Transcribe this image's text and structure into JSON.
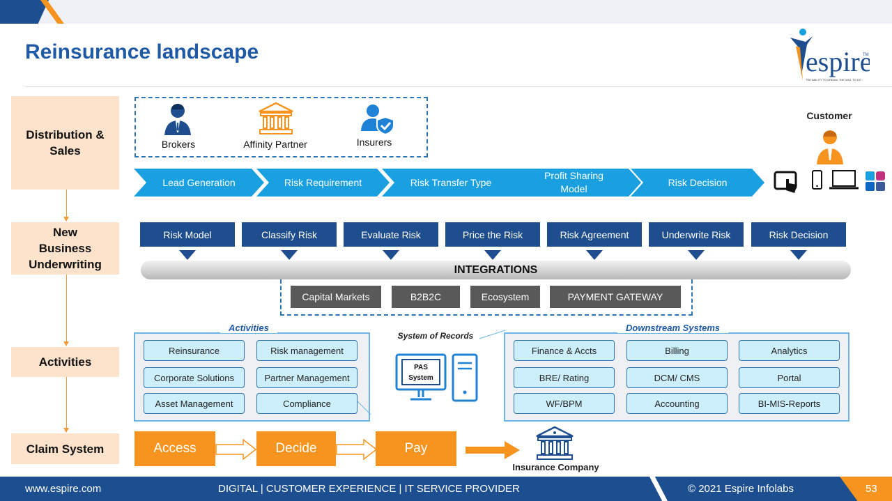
{
  "header": {
    "title": "Reinsurance landscape"
  },
  "logo": {
    "wordmark": "espire",
    "tm": "TM",
    "tagline": "THE ABILITY TO DREAM. THE WILL TO DO"
  },
  "stages": [
    "Distribution & Sales",
    "New Business Underwriting",
    "Activities",
    "Claim System"
  ],
  "distribution": {
    "channels": [
      "Brokers",
      "Affinity Partner",
      "Insurers"
    ],
    "flow": [
      "Lead Generation",
      "Risk Requirement",
      "Risk Transfer Type",
      "Profit Sharing Model",
      "Risk Decision"
    ],
    "customer_label": "Customer"
  },
  "underwriting": {
    "steps": [
      "Risk Model",
      "Classify Risk",
      "Evaluate Risk",
      "Price the Risk",
      "Risk Agreement",
      "Underwrite Risk",
      "Risk Decision"
    ],
    "integrations_label": "INTEGRATIONS",
    "integrations": [
      "Capital Markets",
      "B2B2C",
      "Ecosystem",
      "PAYMENT GATEWAY"
    ]
  },
  "activities": {
    "title": "Activities",
    "items": [
      "Reinsurance",
      "Risk management",
      "Corporate Solutions",
      "Partner Management",
      "Asset Management",
      "Compliance"
    ]
  },
  "system_of_records": {
    "label": "System of Records",
    "screen_text": "PAS System"
  },
  "downstream": {
    "title": "Downstream Systems",
    "items": [
      "Finance & Accts",
      "Billing",
      "Analytics",
      "BRE/ Rating",
      "DCM/ CMS",
      "Portal",
      "WF/BPM",
      "Accounting",
      "BI-MIS-Reports"
    ]
  },
  "claim": {
    "steps": [
      "Access",
      "Decide",
      "Pay"
    ],
    "destination": "Insurance Company"
  },
  "footer": {
    "website": "www.espire.com",
    "tagline": "DIGITAL | CUSTOMER EXPERIENCE | IT SERVICE PROVIDER",
    "copyright": "© 2021 Espire Infolabs",
    "page": "53"
  },
  "colors": {
    "primary_blue": "#1f4e8f",
    "chevron_blue": "#1aa0e0",
    "orange": "#f79420",
    "stage_bg": "#fde3cb",
    "pill_bg": "#cdeffc"
  }
}
